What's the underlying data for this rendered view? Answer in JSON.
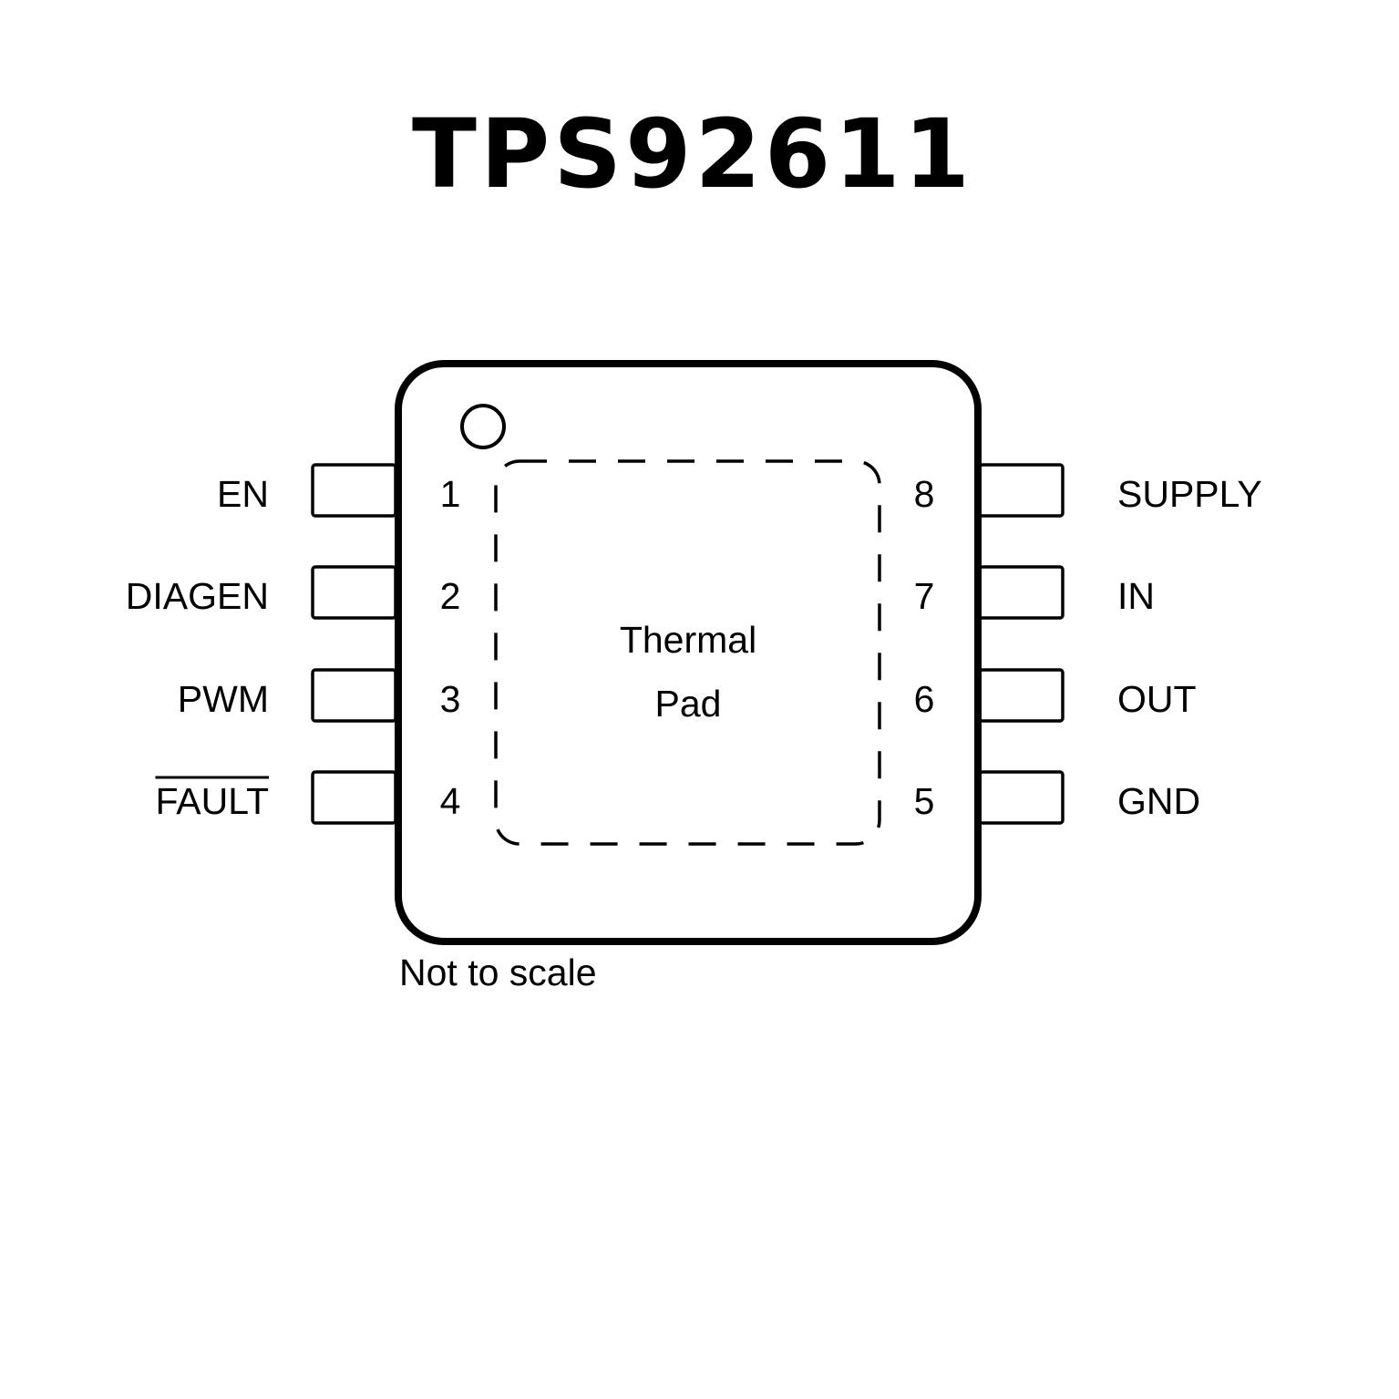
{
  "title": "TPS92611",
  "package": {
    "thermal_pad_line1": "Thermal",
    "thermal_pad_line2": "Pad",
    "note": "Not to scale"
  },
  "pins": [
    {
      "number": "1",
      "name": "EN",
      "side": "left",
      "overline": false
    },
    {
      "number": "2",
      "name": "DIAGEN",
      "side": "left",
      "overline": false
    },
    {
      "number": "3",
      "name": "PWM",
      "side": "left",
      "overline": false
    },
    {
      "number": "4",
      "name": "FAULT",
      "side": "left",
      "overline": true
    },
    {
      "number": "5",
      "name": "GND",
      "side": "right",
      "overline": false
    },
    {
      "number": "6",
      "name": "OUT",
      "side": "right",
      "overline": false
    },
    {
      "number": "7",
      "name": "IN",
      "side": "right",
      "overline": false
    },
    {
      "number": "8",
      "name": "SUPPLY",
      "side": "right",
      "overline": false
    }
  ]
}
